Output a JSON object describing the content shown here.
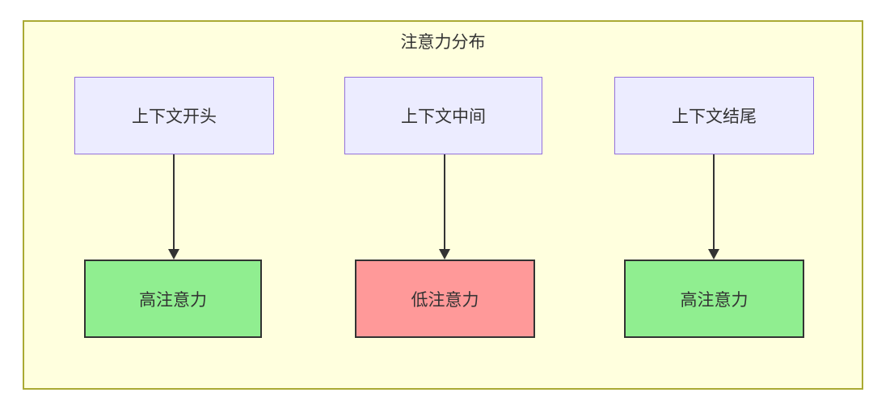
{
  "diagram": {
    "title": "注意力分布",
    "colors": {
      "frame_fill": "#ffffde",
      "frame_border": "#aaaa33",
      "node_fill": "#ececff",
      "node_border": "#9370db",
      "high_fill": "#90ee90",
      "low_fill": "#ff9999",
      "result_border": "#333333",
      "arrow": "#333333"
    },
    "columns": [
      {
        "top_label": "上下文开头",
        "result_label": "高注意力",
        "result_type": "high"
      },
      {
        "top_label": "上下文中间",
        "result_label": "低注意力",
        "result_type": "low"
      },
      {
        "top_label": "上下文结尾",
        "result_label": "高注意力",
        "result_type": "high"
      }
    ]
  }
}
